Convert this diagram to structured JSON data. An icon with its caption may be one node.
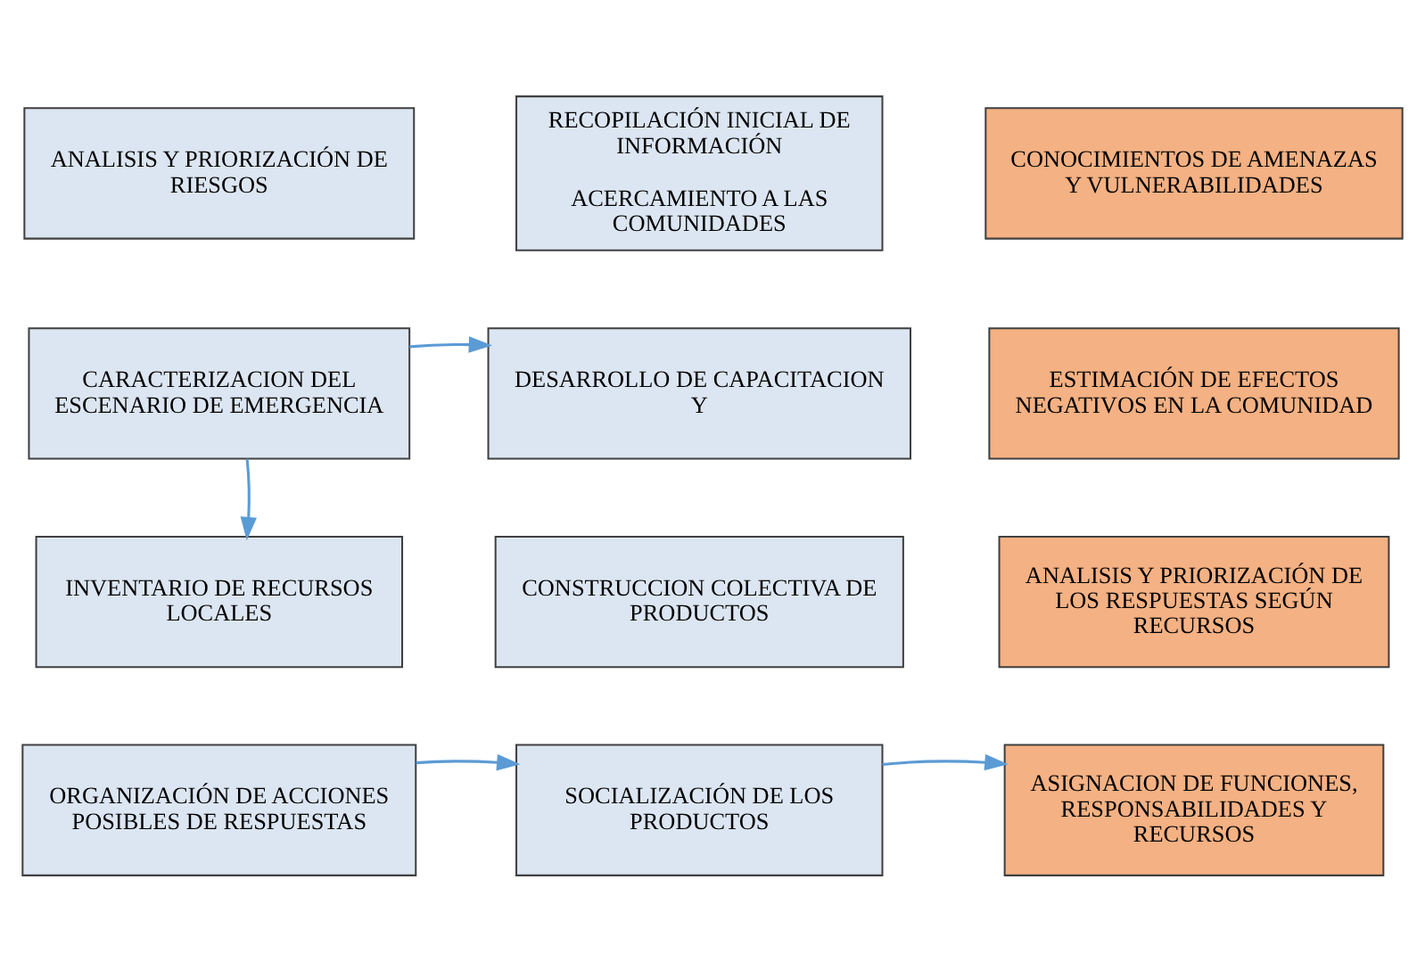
{
  "diagram": {
    "nodes": [
      {
        "text": [
          "ANALISIS Y PRIORIZACIÓN DE RIESGOS"
        ]
      },
      {
        "text": [
          "RECOPILACIÓN INICIAL DE INFORMACIÓN",
          "ACERCAMIENTO A LAS COMUNIDADES"
        ]
      },
      {
        "text": [
          "CONOCIMIENTOS DE AMENAZAS Y VULNERABILIDADES"
        ]
      },
      {
        "text": [
          "CARACTERIZACION DEL ESCENARIO DE EMERGENCIA"
        ]
      },
      {
        "text": [
          "DESARROLLO DE CAPACITACION Y"
        ]
      },
      {
        "text": [
          "ESTIMACIÓN DE EFECTOS NEGATIVOS EN LA COMUNIDAD"
        ]
      },
      {
        "text": [
          "INVENTARIO DE RECURSOS LOCALES"
        ]
      },
      {
        "text": [
          "CONSTRUCCION COLECTIVA DE PRODUCTOS"
        ]
      },
      {
        "text": [
          "ANALISIS Y PRIORIZACIÓN DE LOS RESPUESTAS SEGÚN RECURSOS"
        ]
      },
      {
        "text": [
          "ORGANIZACIÓN DE ACCIONES POSIBLES DE RESPUESTAS"
        ]
      },
      {
        "text": [
          "SOCIALIZACIÓN DE LOS PRODUCTOS"
        ]
      },
      {
        "text": [
          "ASIGNACION DE FUNCIONES, RESPONSABILIDADES Y RECURSOS"
        ]
      }
    ],
    "edges": [
      {
        "from": 3,
        "to": 4,
        "arrow": "to"
      },
      {
        "from": 3,
        "to": 6,
        "arrow": "to"
      },
      {
        "from": 9,
        "to": 10,
        "arrow": "to"
      },
      {
        "from": 10,
        "to": 11,
        "arrow": "to"
      }
    ]
  }
}
